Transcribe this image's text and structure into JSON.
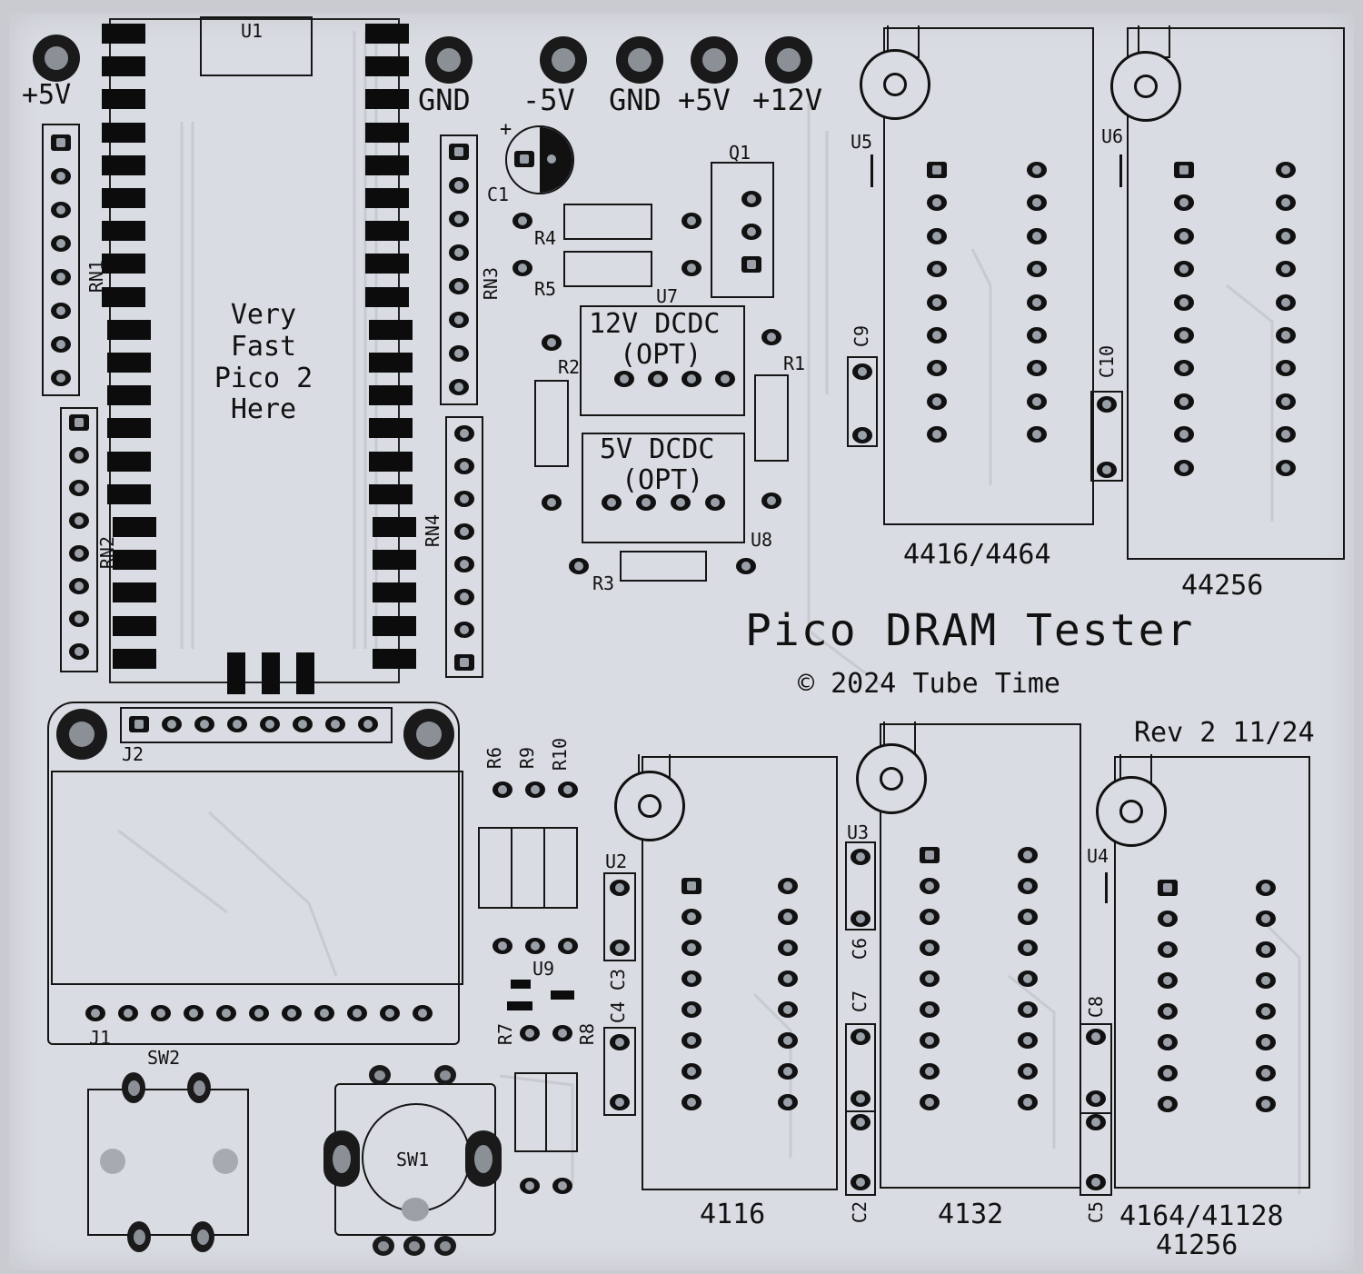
{
  "board": {
    "title": "Pico DRAM Tester",
    "copyright": "© 2024 Tube Time",
    "revision": "Rev 2 11/24",
    "pico_text": [
      "Very",
      "Fast",
      "Pico 2",
      "Here"
    ],
    "dcdc12": [
      "12V DCDC",
      "(OPT)"
    ],
    "dcdc5": [
      "5V DCDC",
      "(OPT)"
    ]
  },
  "power_labels": [
    "+5V",
    "GND",
    "-5V",
    "GND",
    "+5V",
    "+12V"
  ],
  "chip_labels": {
    "u5": "4416/4464",
    "u6": "44256",
    "u2": "4116",
    "u3": "4132",
    "u4_line1": "4164/41128",
    "u4_line2": "41256"
  },
  "refs": {
    "U1": "U1",
    "U2": "U2",
    "U3": "U3",
    "U4": "U4",
    "U5": "U5",
    "U6": "U6",
    "U7": "U7",
    "U8": "U8",
    "U9": "U9",
    "Q1": "Q1",
    "C1": "C1",
    "C2": "C2",
    "C3": "C3",
    "C4": "C4",
    "C5": "C5",
    "C6": "C6",
    "C7": "C7",
    "C8": "C8",
    "C9": "C9",
    "C10": "C10",
    "R1": "R1",
    "R2": "R2",
    "R3": "R3",
    "R4": "R4",
    "R5": "R5",
    "R6": "R6",
    "R7": "R7",
    "R8": "R8",
    "R9": "R9",
    "R10": "R10",
    "RN1": "RN1",
    "RN2": "RN2",
    "RN3": "RN3",
    "RN4": "RN4",
    "J1": "J1",
    "J2": "J2",
    "SW1": "SW1",
    "SW2": "SW2",
    "plus": "+"
  }
}
